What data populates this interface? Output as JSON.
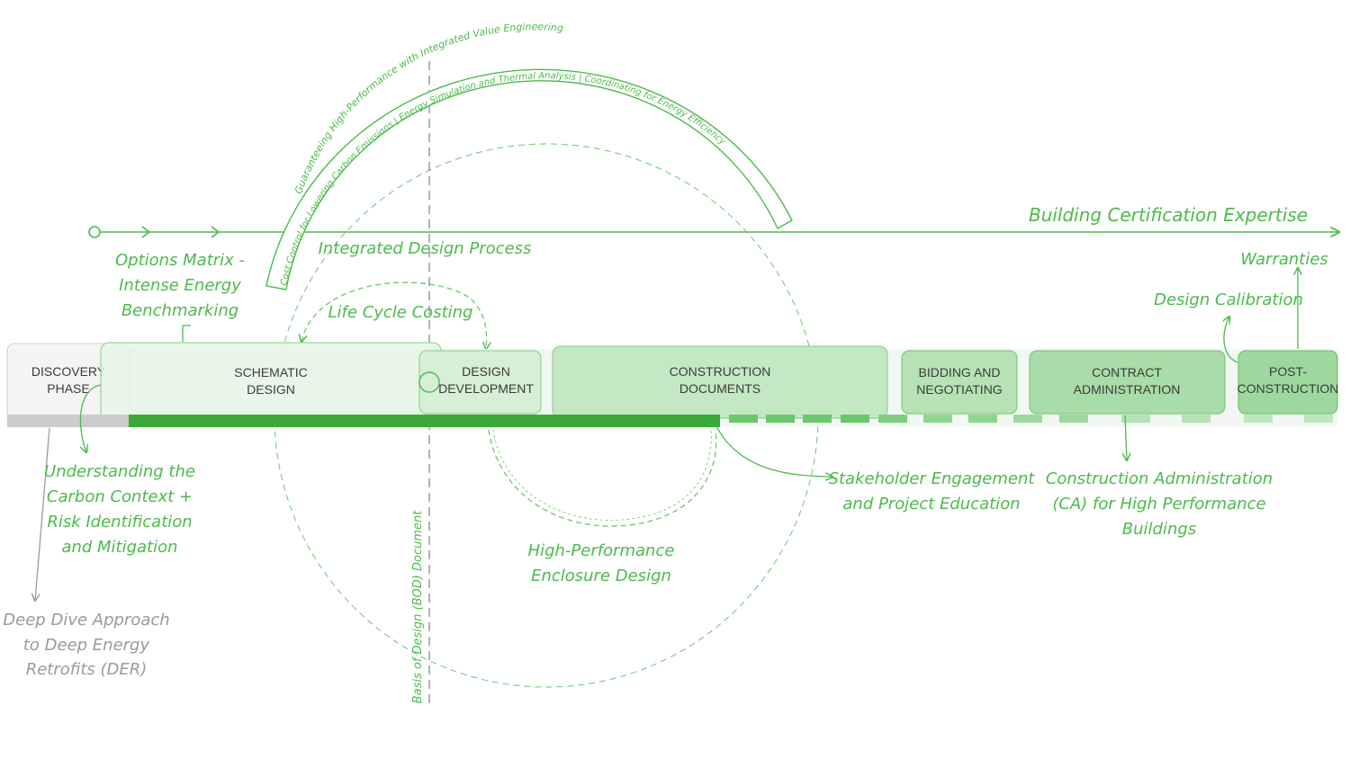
{
  "phases": [
    {
      "line1": "DISCOVERY",
      "line2": "PHASE"
    },
    {
      "line1": "SCHEMATIC",
      "line2": "DESIGN"
    },
    {
      "line1": "DESIGN",
      "line2": "DEVELOPMENT"
    },
    {
      "line1": "CONSTRUCTION",
      "line2": "DOCUMENTS"
    },
    {
      "line1": "BIDDING AND",
      "line2": "NEGOTIATING"
    },
    {
      "line1": "CONTRACT",
      "line2": "ADMINISTRATION"
    },
    {
      "line1": "POST-",
      "line2": "CONSTRUCTION"
    }
  ],
  "arc_outer": "Guaranteeing High-Performance with Integrated Value Engineering",
  "arc_inner": "Cost Control for Lowering Carbon Emissions | Energy Simulation and Thermal Analysis | Coordinating for Energy Efficiency",
  "labels": {
    "building_cert": "Building Certification Expertise",
    "integrated": "Integrated Design Process",
    "options": [
      "Options Matrix -",
      "Intense Energy",
      "Benchmarking"
    ],
    "life_cycle": "Life Cycle Costing",
    "warranties": "Warranties",
    "calibration": "Design Calibration",
    "carbon": [
      "Understanding the",
      "Carbon Context +",
      "Risk Identification",
      "and Mitigation"
    ],
    "deep_dive": [
      "Deep Dive Approach",
      "to Deep Energy",
      "Retrofits (DER)"
    ],
    "bod": "Basis of Design (BOD) Document",
    "enclosure": [
      "High-Performance",
      "Enclosure Design"
    ],
    "stakeholder": [
      "Stakeholder Engagement",
      "and Project Education"
    ],
    "ca": [
      "Construction Administration",
      "(CA) for High Performance",
      "Buildings"
    ]
  },
  "colors": {
    "accent": "#4cba4c",
    "accent_dark": "#3aa93a",
    "grey_text": "#9a9a9a",
    "phase_fill_light": "#e6f5e6",
    "phase_fill_mid": "#bfe6bf",
    "phase_fill_dark": "#9ed89e"
  }
}
